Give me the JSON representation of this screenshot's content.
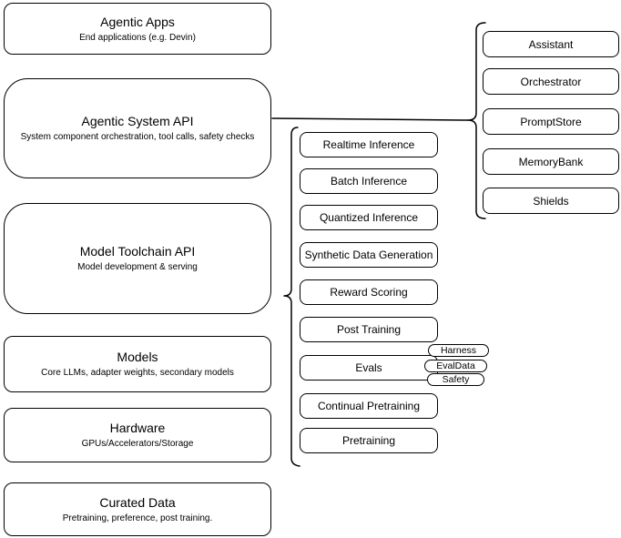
{
  "colors": {
    "stroke": "#000000",
    "background": "#ffffff",
    "text": "#000000"
  },
  "left_stack": [
    {
      "title": "Agentic Apps",
      "subtitle": "End applications (e.g. Devin)"
    },
    {
      "title": "Agentic System API",
      "subtitle": "System component orchestration, tool calls, safety checks"
    },
    {
      "title": "Model Toolchain API",
      "subtitle": "Model development & serving"
    },
    {
      "title": "Models",
      "subtitle": "Core LLMs, adapter weights, secondary models"
    },
    {
      "title": "Hardware",
      "subtitle": "GPUs/Accelerators/Storage"
    },
    {
      "title": "Curated Data",
      "subtitle": "Pretraining, preference, post training."
    }
  ],
  "toolchain_group": {
    "items": [
      "Realtime Inference",
      "Batch Inference",
      "Quantized Inference",
      "Synthetic Data Generation",
      "Reward Scoring",
      "Post Training",
      "Evals",
      "Continual Pretraining",
      "Pretraining"
    ]
  },
  "evals_tags": [
    "Harness",
    "EvalData",
    "Safety"
  ],
  "system_group": {
    "items": [
      "Assistant",
      "Orchestrator",
      "PromptStore",
      "MemoryBank",
      "Shields"
    ]
  }
}
